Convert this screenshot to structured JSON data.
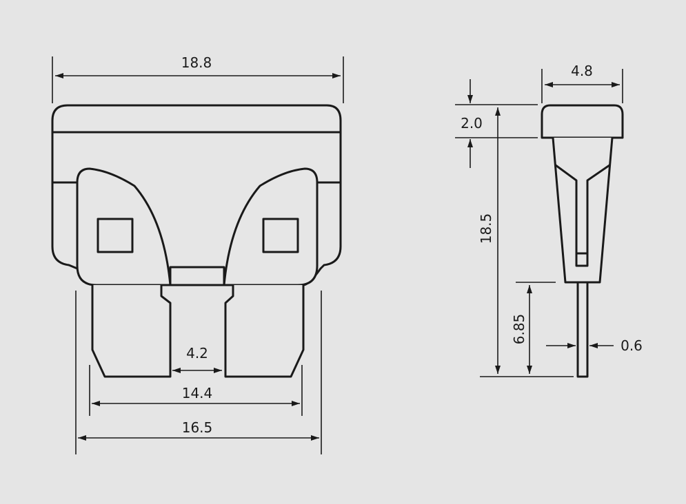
{
  "colors": {
    "background": "#e5e5e5",
    "ink": "#1a1a1a"
  },
  "front_view": {
    "dims": {
      "overall_width": "18.8",
      "gap": "4.2",
      "terminal_inner": "14.4",
      "terminal_outer": "16.5"
    }
  },
  "side_view": {
    "dims": {
      "cap_width": "4.8",
      "cap_height": "2.0",
      "total_height": "18.5",
      "terminal_length": "6.85",
      "terminal_thickness": "0.6"
    }
  }
}
